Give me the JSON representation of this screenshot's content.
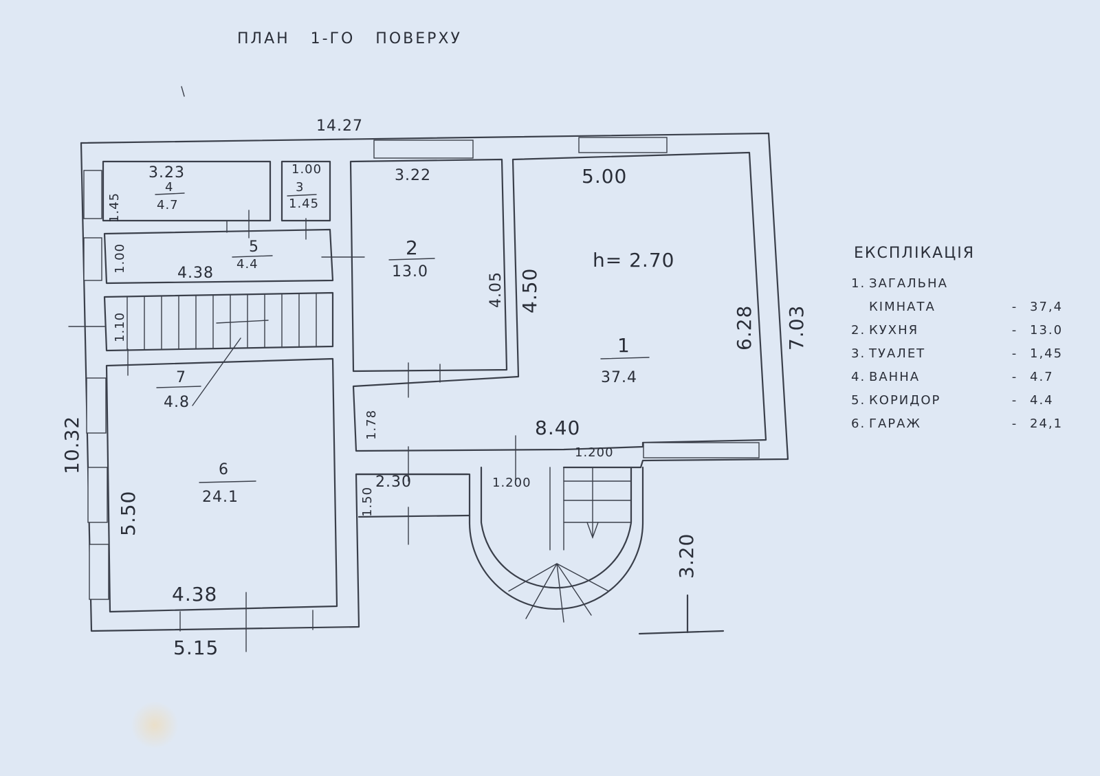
{
  "title": "ПЛАН   1-ГО   ПОВЕРХУ",
  "plan_label": "h= 2.70",
  "dimensions": {
    "overall_width": "14.27",
    "overall_left": "10.32",
    "overall_right": "7.03",
    "room4_width": "3.23",
    "room4_height": "1.45",
    "room3_width": "1.00",
    "room2_width": "3.22",
    "room1_width": "5.00",
    "corridor_len": "4.38",
    "corridor_h": "1.00",
    "stair_h": "1.10",
    "room2_h": "4.05",
    "room1_inner_h": "4.50",
    "room1_h": "6.28",
    "hall_h": "1.78",
    "hall_len": "8.40",
    "stair_w1": "1.200",
    "stair_w2": "1.200",
    "porch_w": "2.30",
    "porch_h": "1.50",
    "garage_h": "5.50",
    "garage_inner_w": "4.38",
    "garage_outer_w": "5.15",
    "stair_depth": "3.20"
  },
  "rooms": [
    {
      "num": "4",
      "area": "4.7"
    },
    {
      "num": "3",
      "area": "1.45"
    },
    {
      "num": "2",
      "area": "13.0"
    },
    {
      "num": "1",
      "area": "37.4"
    },
    {
      "num": "5",
      "area": "4.4"
    },
    {
      "num": "7",
      "area": "4.8"
    },
    {
      "num": "6",
      "area": "24.1"
    }
  ],
  "explication": {
    "title": "ЕКСПЛІКАЦІЯ",
    "items": [
      {
        "num": "1.",
        "name": "ЗАГАЛЬНА",
        "dash": "",
        "value": ""
      },
      {
        "num": "",
        "name": "КІМНАТА",
        "dash": "-",
        "value": "37,4"
      },
      {
        "num": "2.",
        "name": "КУХНЯ",
        "dash": "-",
        "value": "13.0"
      },
      {
        "num": "3.",
        "name": "ТУАЛЕТ",
        "dash": "-",
        "value": "1,45"
      },
      {
        "num": "4.",
        "name": "ВАННА",
        "dash": "-",
        "value": "4.7"
      },
      {
        "num": "5.",
        "name": "КОРИДОР",
        "dash": "-",
        "value": "4.4"
      },
      {
        "num": "6.",
        "name": "ГАРАЖ",
        "dash": "-",
        "value": "24,1"
      }
    ]
  }
}
